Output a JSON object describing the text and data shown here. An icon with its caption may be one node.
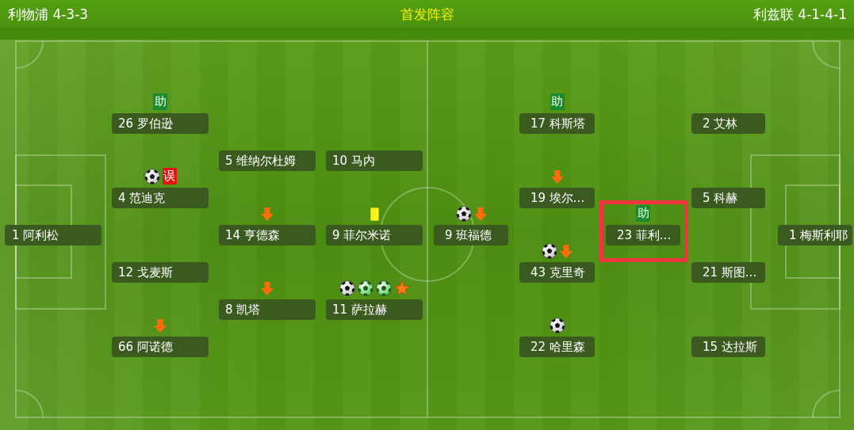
{
  "diagram": {
    "title": "首发阵容",
    "nodes": [
      {
        "text": [
          "26 罗伯逊"
        ],
        "beside": [
          "助"
        ]
      },
      {
        "text": [
          "17 科斯塔"
        ],
        "beside": [
          "助"
        ]
      },
      {
        "text": [
          "2 艾林"
        ]
      },
      {
        "text": [
          "5 维纳尔杜姆"
        ]
      },
      {
        "text": [
          "10 马内"
        ]
      },
      {
        "text": [
          "4 范迪克"
        ],
        "beside": [
          "误"
        ]
      },
      {
        "text": [
          "19 埃尔..."
        ]
      },
      {
        "text": [
          "5 科赫"
        ]
      },
      {
        "text": [],
        "shape": "box"
      },
      {
        "text": [
          "1 阿利松"
        ]
      },
      {
        "text": [
          "14 亨德森"
        ]
      },
      {
        "text": [
          "9 菲尔米诺"
        ]
      },
      {
        "text": [
          "9 班福德"
        ]
      },
      {
        "text": [
          "23 菲利..."
        ],
        "in": 8,
        "beside": [
          "助"
        ]
      },
      {
        "text": [
          "1 梅斯利耶"
        ]
      },
      {
        "text": [
          "12 戈麦斯"
        ]
      },
      {
        "text": [
          "43 克里奇"
        ]
      },
      {
        "text": [
          "21 斯图..."
        ]
      },
      {
        "text": [
          "8 凯塔"
        ]
      },
      {
        "text": [
          "11 萨拉赫"
        ]
      },
      {
        "text": [
          "66 阿诺德"
        ]
      },
      {
        "text": [
          "22 哈里森"
        ]
      },
      {
        "text": [
          "15 达拉斯"
        ]
      }
    ],
    "labels": [
      "利物浦 4-3-3",
      "利兹联 4-1-4-1"
    ]
  }
}
